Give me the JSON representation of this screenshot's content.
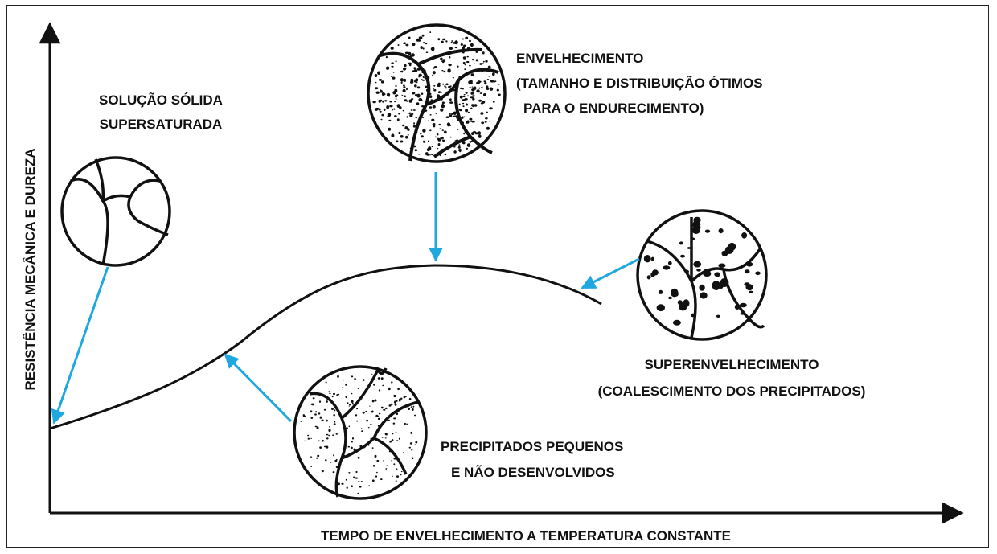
{
  "axes": {
    "y_label": "RESISTÊNCIA MECÂNICA E DUREZA",
    "x_label": "TEMPO DE ENVELHECIMENTO A TEMPERATURA CONSTANTE"
  },
  "stages": [
    {
      "id": "solution",
      "lines": [
        "SOLUÇÃO SÓLIDA",
        "SUPERSATURADA"
      ]
    },
    {
      "id": "aging",
      "lines": [
        "ENVELHECIMENTO",
        "(TAMANHO E DISTRIBUIÇÃO  ÓTIMOS",
        "PARA O ENDURECIMENTO)"
      ]
    },
    {
      "id": "overaging",
      "lines": [
        "SUPERENVELHECIMENTO",
        "(COALESCIMENTO DOS PRECIPITADOS)"
      ]
    },
    {
      "id": "small",
      "lines": [
        "PRECIPITADOS PEQUENOS",
        "E NÃO DESENVOLVIDOS"
      ]
    }
  ],
  "colors": {
    "arrow": "#1fa7e0",
    "line": "#111111"
  }
}
